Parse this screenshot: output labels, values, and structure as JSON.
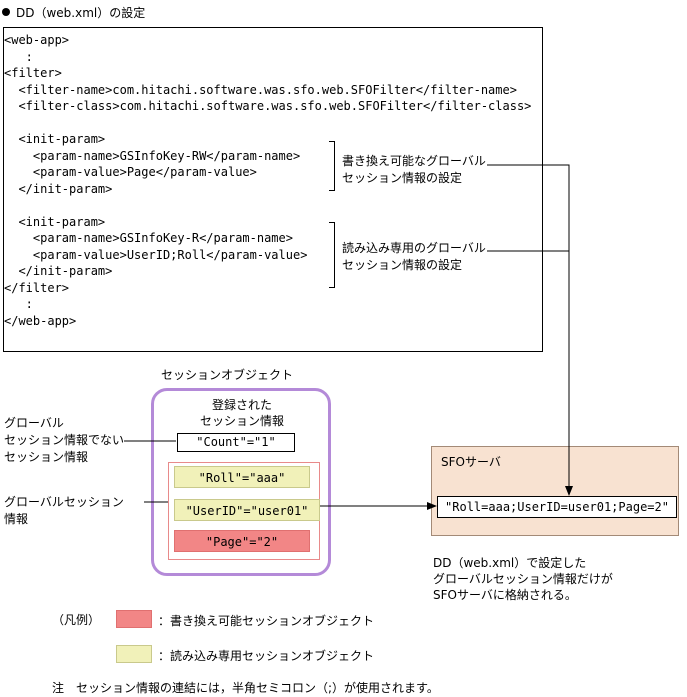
{
  "heading": "DD（web.xml）の設定",
  "code_lines": [
    "<web-app>",
    "   :",
    "<filter>",
    "  <filter-name>com.hitachi.software.was.sfo.web.SFOFilter</filter-name>",
    "  <filter-class>com.hitachi.software.was.sfo.web.SFOFilter</filter-class>",
    "",
    "  <init-param>",
    "    <param-name>GSInfoKey-RW</param-name>",
    "    <param-value>Page</param-value>",
    "  </init-param>",
    "",
    "  <init-param>",
    "    <param-name>GSInfoKey-R</param-name>",
    "    <param-value>UserID;Roll</param-value>",
    "  </init-param>",
    "</filter>",
    "   :",
    "</web-app>"
  ],
  "notes": {
    "rw_line1": "書き換え可能なグローバル",
    "rw_line2": "セッション情報の設定",
    "r_line1": "読み込み専用のグローバル",
    "r_line2": "セッション情報の設定"
  },
  "session_object": {
    "title": "セッションオブジェクト",
    "registered_line1": "登録された",
    "registered_line2": "セッション情報",
    "count_value": "\"Count\"=\"1\"",
    "items": {
      "roll": "\"Roll\"=\"aaa\"",
      "userid": "\"UserID\"=\"user01\"",
      "page": "\"Page\"=\"2\""
    }
  },
  "left_labels": {
    "non_global_line1": "グローバル",
    "non_global_line2": "セッション情報でない",
    "non_global_line3": "セッション情報",
    "global_line1": "グローバルセッション",
    "global_line2": "情報"
  },
  "sfo": {
    "title": "SFOサーバ",
    "stored_value": "\"Roll=aaa;UserID=user01;Page=2\"",
    "caption_line1": "DD（web.xml）で設定した",
    "caption_line2": "グローバルセッション情報だけが",
    "caption_line3": "SFOサーバに格納される。"
  },
  "legend": {
    "label": "（凡例）",
    "rw_text": "：書き換え可能セッションオブジェクト",
    "ro_text": "：読み込み専用セッションオブジェクト"
  },
  "footnote": "注　セッション情報の連結には，半角セミコロン（;）が使用されます。",
  "colors": {
    "rewritable": "#f28686",
    "readonly": "#f1f1b9",
    "sfo_bg": "#f8e2d1",
    "object_border": "#b48ad8"
  }
}
